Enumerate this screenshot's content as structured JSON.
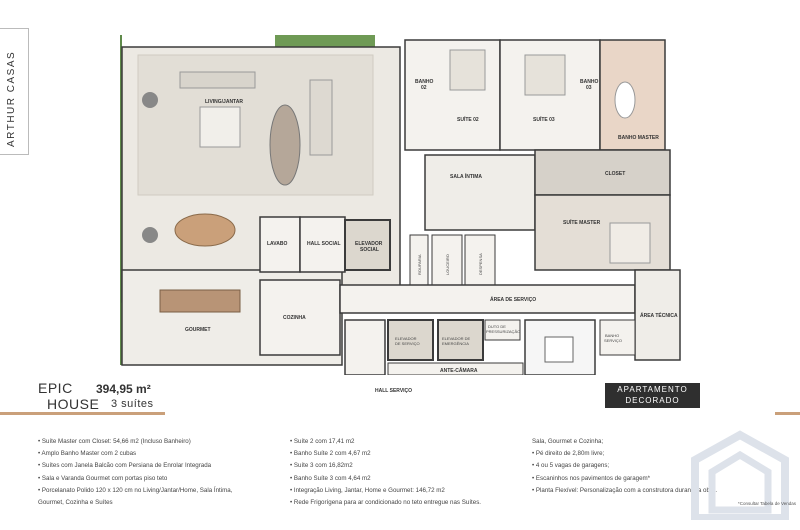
{
  "brand": "ARTHUR CASAS",
  "title_line1": "EPIC",
  "title_line2": "HOUSE",
  "area": "394,95 m²",
  "suites_count": "3 suítes",
  "apartment_badge": {
    "line1": "APARTAMENTO",
    "line2": "DECORADO"
  },
  "rooms": {
    "living": "LIVING/JANTAR",
    "banho02": "BANHO\n02",
    "banho03": "BANHO\n03",
    "suite02": "SUÍTE 02",
    "suite03": "SUÍTE 03",
    "banho_master": "BANHO MASTER",
    "closet": "CLOSET",
    "sala_intima": "SALA ÍNTIMA",
    "suite_master": "SUÍTE MASTER",
    "lavabo": "LAVABO",
    "hall_social": "HALL SOCIAL",
    "elevador_social": "ELEVADOR\nSOCIAL",
    "rouparia": "ROUPARIA",
    "louceiro": "LOUCEIRO",
    "despensa": "DESPENSA",
    "area_servico": "ÁREA DE SERVIÇO",
    "area_tecnica": "ÁREA TÉCNICA",
    "banho_servico": "BANHO\nSERVIÇO",
    "gourmet": "GOURMET",
    "cozinha": "COZINHA",
    "elevador_servico": "ELEVADOR\nDE SERVIÇO",
    "elevador_emergencia": "ELEVADOR DE\nEMERGÊNCIA",
    "duto": "DUTO DE\nPRESSURIZAÇÃO",
    "hall_servico": "HALL SERVIÇO",
    "ante_camara": "ANTE-CÂMARA"
  },
  "features": {
    "col1": [
      "• Suíte Master com Closet: 54,66 m2 (Incluso Banheiro)",
      "• Amplo Banho Master com 2 cubas",
      "• Suítes com Janela Balcão com Persiana de Enrolar Integrada",
      "• Sala e Varanda Gourmet com portas piso teto",
      "• Porcelanato Polido 120 x 120 cm no Living/Jantar/Home, Sala Íntima,",
      "Gourmet, Cozinha e Suítes"
    ],
    "col2": [
      "• Suíte 2 com 17,41 m2",
      "• Banho Suíte 2 com 4,67 m2",
      "• Suíte 3 com 16,82m2",
      "• Banho Suíte 3 com 4,64 m2",
      "• Integração Living, Jantar, Home e Gourmet: 146,72 m2",
      "• Rede Frigorígena para ar condicionado no teto entregue nas Suítes."
    ],
    "col3": [
      "Sala, Gourmet e Cozinha;",
      "• Pé direito de 2,80m livre;",
      "• 4 ou 5 vagas de garagens;",
      "• Escaninhos nos pavimentos de garagem*",
      "• Planta Flexível: Personalização com a construtora durante a obra."
    ]
  },
  "footnote": "*Consultar Tabela de Vendas",
  "colors": {
    "accent": "#caa07a",
    "floor_wood": "#d9d2c6",
    "terrace": "#e8e4dd",
    "planter": "#5f8a4a",
    "wall": "#3b3b3b"
  }
}
